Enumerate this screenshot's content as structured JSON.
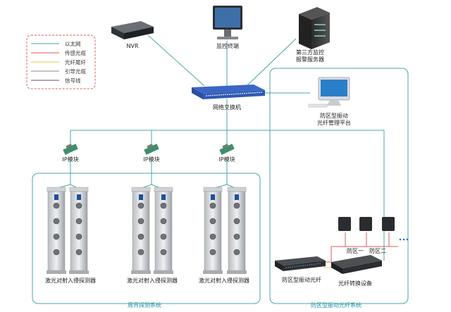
{
  "nodes": {
    "nvr": "NVR",
    "monitor": "监控终端",
    "third_party_line1": "第三方监控",
    "third_party_line2": "报警服务器",
    "switch": "网络交换机",
    "platform_line1": "防区型振动",
    "platform_line2": "光纤管理平台",
    "ip_module": "IP模块",
    "detector": "激光对射入侵探测器",
    "fiber_host": "防区型振动光纤",
    "converter": "光纤转换设备",
    "zone1": "防区一",
    "zone2": "防区二"
  },
  "systems": {
    "perimeter": "周界探测系统",
    "fiber": "防区型振动光纤系统"
  },
  "legend": [
    {
      "label": "以太网",
      "color": "#4aa6a8"
    },
    {
      "label": "传感光缆",
      "color": "#e05a5a"
    },
    {
      "label": "光纤尾纤",
      "color": "#e6c84a"
    },
    {
      "label": "引导光缆",
      "color": "#8a8a8a"
    },
    {
      "label": "信号线",
      "color": "#7a3f8a"
    }
  ]
}
